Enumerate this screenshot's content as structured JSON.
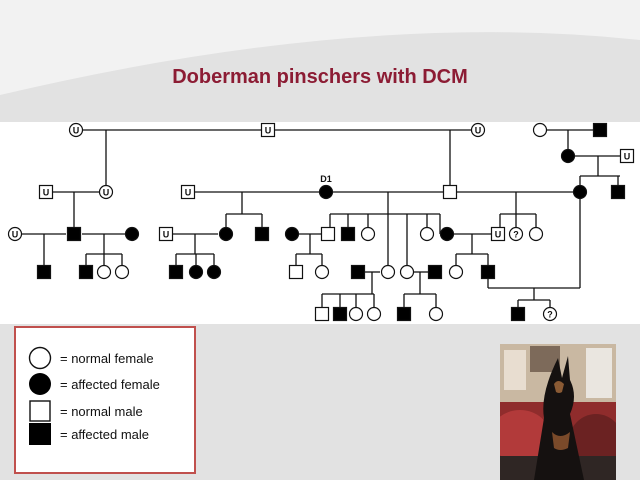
{
  "slide": {
    "title": "Doberman pinschers with DCM"
  },
  "pedigree": {
    "proband_label": "D1",
    "unknown_mark": "U",
    "uncertain_mark": "?",
    "colors": {
      "line": "#111111",
      "affected_fill": "#000000",
      "normal_fill": "#ffffff"
    }
  },
  "legend": {
    "items": [
      {
        "symbol": "circle-open",
        "label": "= normal female"
      },
      {
        "symbol": "circle-filled",
        "label": "= affected female"
      },
      {
        "symbol": "square-open",
        "label": "= normal male"
      },
      {
        "symbol": "square-filled",
        "label": "= affected male"
      }
    ],
    "border_color": "#c0504d"
  },
  "photo": {
    "subject": "doberman-photo"
  }
}
